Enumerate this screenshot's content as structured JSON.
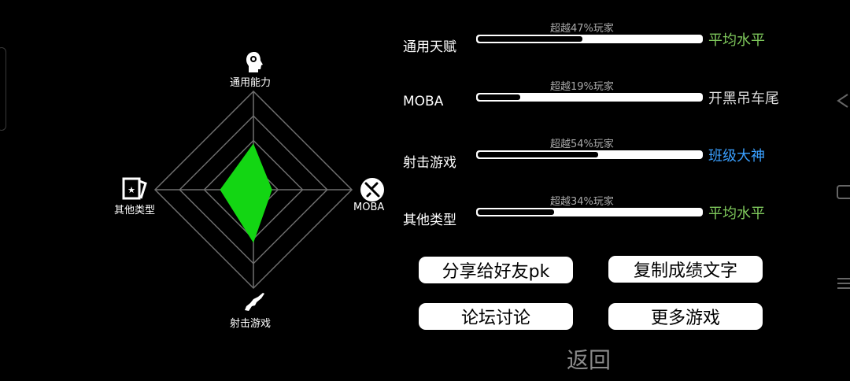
{
  "radar": {
    "labels": {
      "top": "通用能力",
      "left": "其他类型",
      "right": "MOBA",
      "bottom": "射击游戏"
    },
    "values": {
      "top": 0.47,
      "right": 0.19,
      "bottom": 0.54,
      "left": 0.34
    },
    "fill_color": "#13d613",
    "grid_color": "#6f6f6f",
    "icons": {
      "top": "head-gear-icon",
      "left": "card-star-icon",
      "right": "no-sword-icon",
      "bottom": "rifle-icon"
    }
  },
  "stats": [
    {
      "name": "通用天赋",
      "percent_text": "超越47%玩家",
      "percent": 0.47,
      "rank": "平均水平",
      "rank_color": "#7fc95c"
    },
    {
      "name": "MOBA",
      "percent_text": "超越19%玩家",
      "percent": 0.19,
      "rank": "开黑吊车尾",
      "rank_color": "#dddddd"
    },
    {
      "name": "射击游戏",
      "percent_text": "超越54%玩家",
      "percent": 0.54,
      "rank": "班级大神",
      "rank_color": "#3aa0ff"
    },
    {
      "name": "其他类型",
      "percent_text": "超越34%玩家",
      "percent": 0.34,
      "rank": "平均水平",
      "rank_color": "#7fc95c"
    }
  ],
  "buttons": {
    "share": "分享给好友pk",
    "copy": "复制成绩文字",
    "forum": "论坛讨论",
    "more": "更多游戏"
  },
  "back": "返回",
  "nav_icons": [
    "back-triangle-icon",
    "home-square-icon",
    "menu-lines-icon"
  ]
}
